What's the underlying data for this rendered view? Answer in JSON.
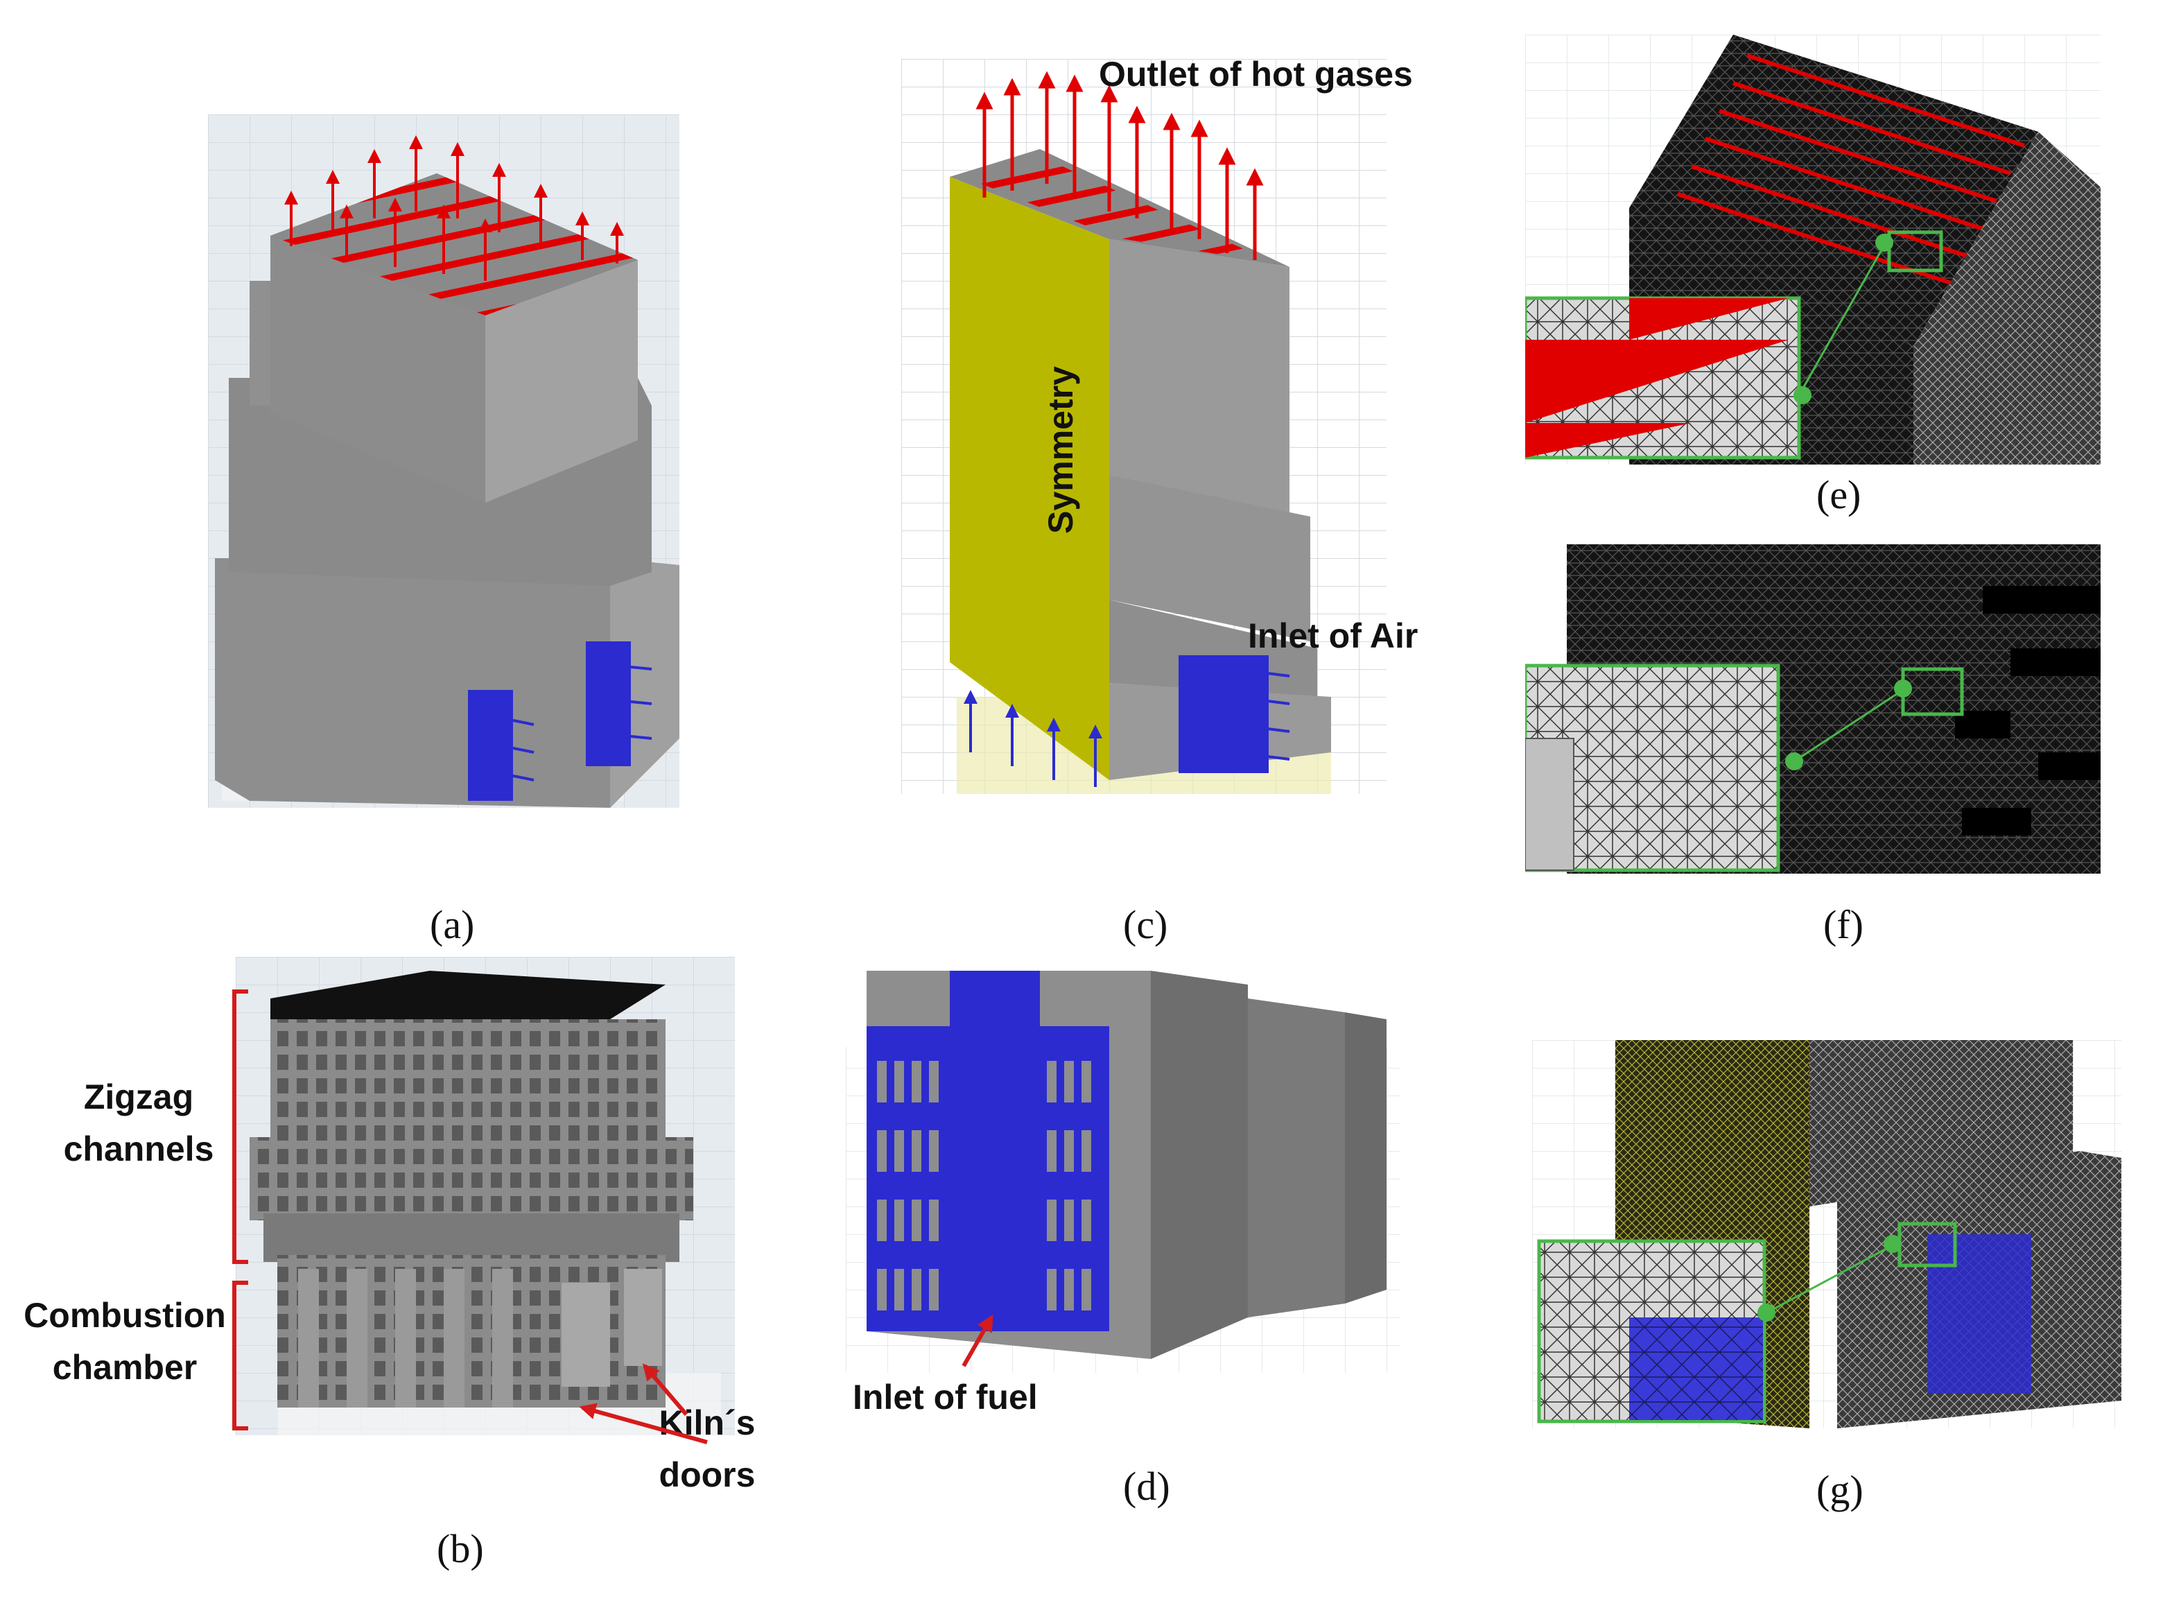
{
  "colors": {
    "outlet": "#e00000",
    "inlet": "#2b2bd0",
    "symmetry": "#b9b800",
    "geometry": "#8f8f8f",
    "mesh": "#1a1a1a",
    "zoom_frame": "#49b749",
    "bracket": "#d51b1b"
  },
  "panels": {
    "a": {
      "caption": "(a)"
    },
    "b": {
      "caption": "(b)",
      "zigzag_label": "Zigzag\nchannels",
      "combustion_label": "Combustion\nchamber",
      "doors_label": "Kiln´s\ndoors"
    },
    "c": {
      "caption": "(c)",
      "outlet_label": "Outlet of hot gases",
      "symmetry_label": "Symmetry",
      "inlet_label": "Inlet of Air"
    },
    "d": {
      "caption": "(d)",
      "fuel_label": "Inlet of fuel"
    },
    "e": {
      "caption": "(e)"
    },
    "f": {
      "caption": "(f)"
    },
    "g": {
      "caption": "(g)"
    }
  }
}
